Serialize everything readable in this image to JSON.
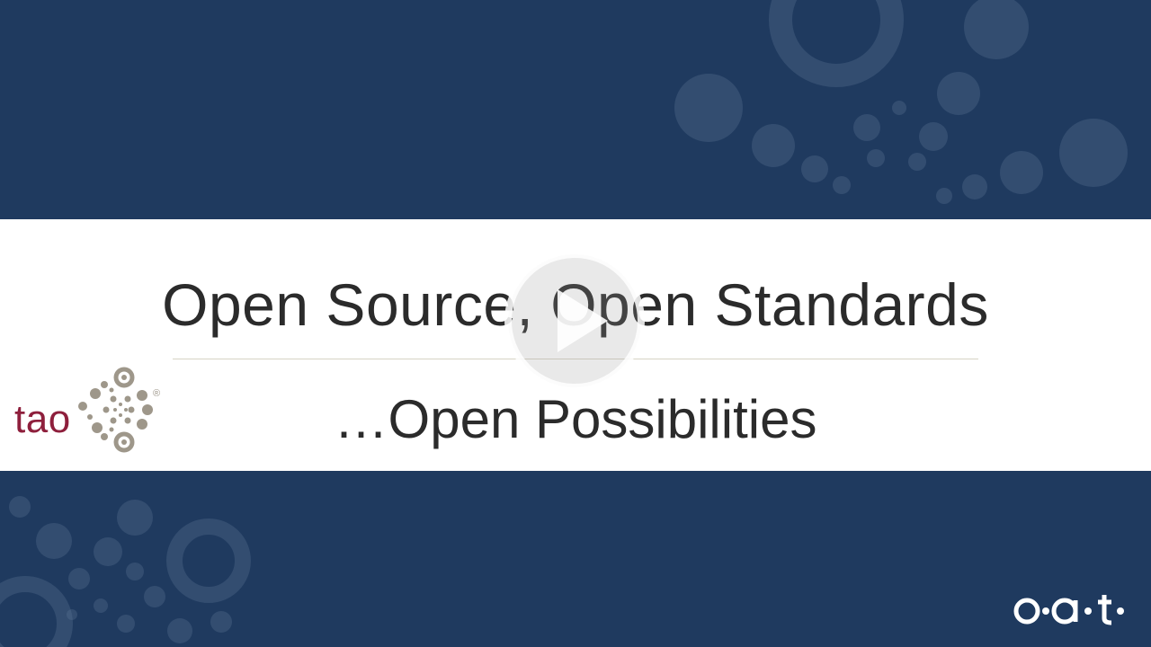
{
  "slide": {
    "title": "Open Source, Open Standards",
    "subtitle": "…Open Possibilities"
  },
  "logos": {
    "left": {
      "word": "tao",
      "registered": "®",
      "icon": "tao-dots-icon"
    },
    "right": {
      "word": "oat",
      "icon": "oat-logo-icon"
    }
  },
  "video": {
    "control": "play-icon"
  },
  "colors": {
    "background": "#1f3a5f",
    "strip": "#ffffff",
    "title_text": "#2b2b2b",
    "tao_brand": "#8e1f3c",
    "tao_dots": "#9e978a"
  }
}
